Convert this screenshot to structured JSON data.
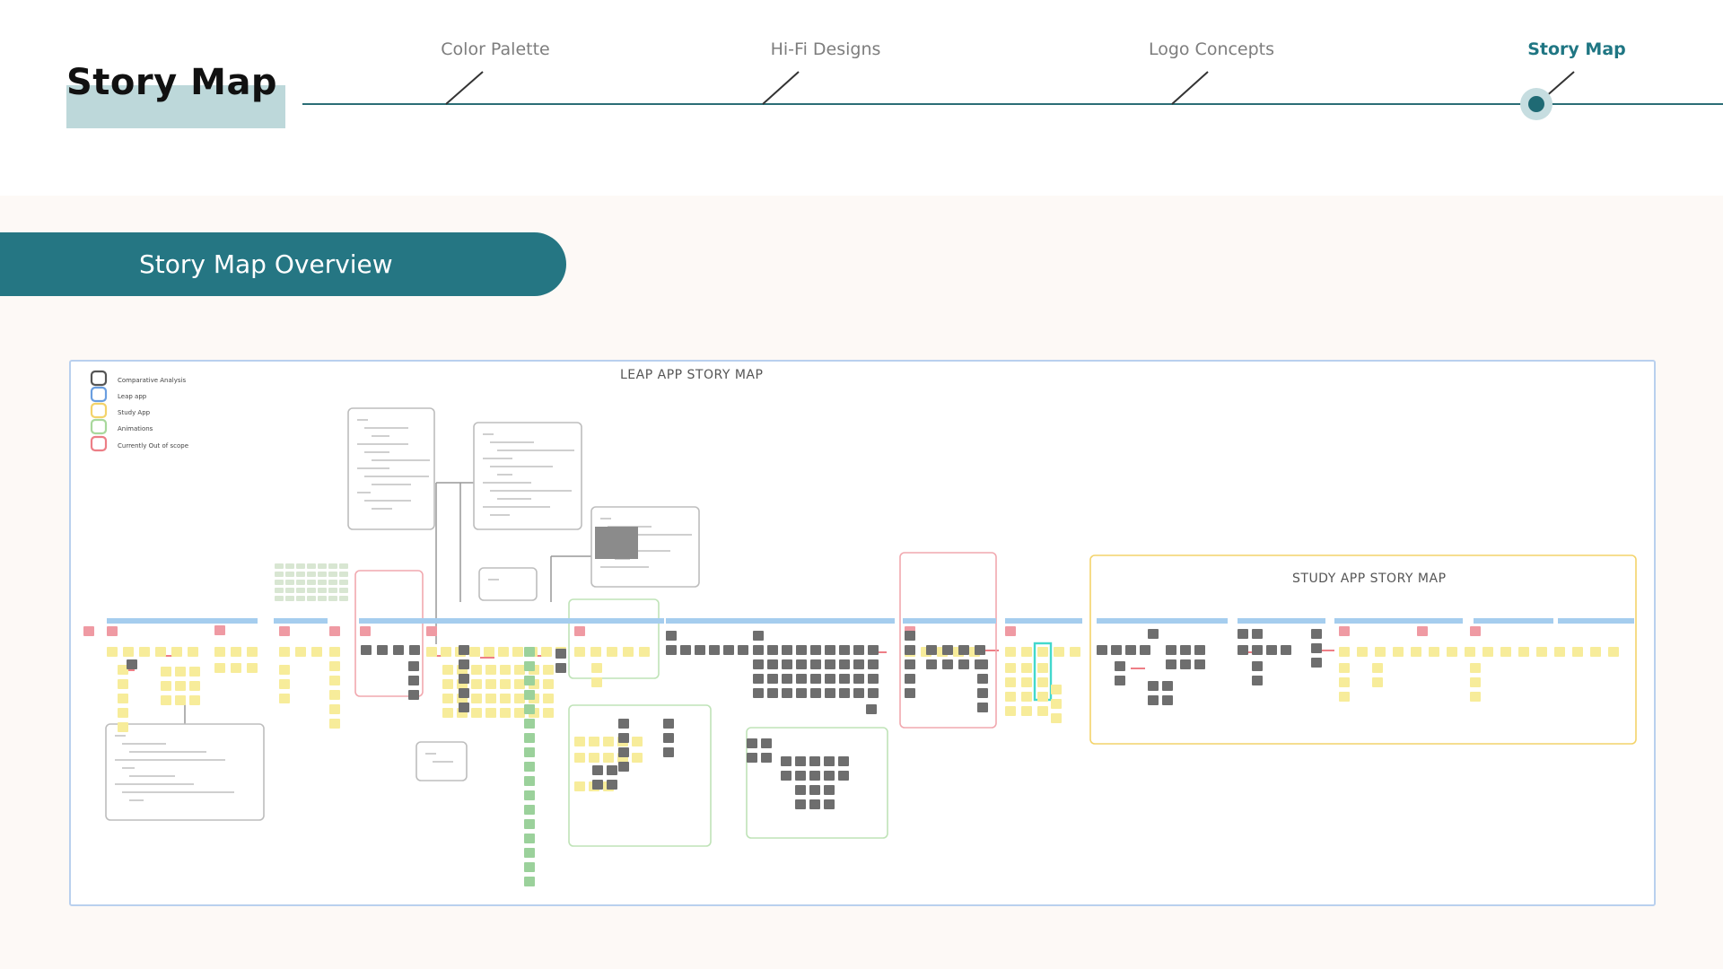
{
  "header": {
    "title": "Story Map",
    "timeline": {
      "items": [
        {
          "label": "Color Palette",
          "active": false
        },
        {
          "label": "Hi-Fi Designs",
          "active": false
        },
        {
          "label": "Logo Concepts",
          "active": false
        },
        {
          "label": "Story Map",
          "active": true
        }
      ]
    }
  },
  "section": {
    "title": "Story Map Overview"
  },
  "story_map": {
    "main_title": "LEAP APP STORY MAP",
    "sub_title": "STUDY APP STORY MAP",
    "legend": [
      {
        "label": "Comparative Analysis",
        "color": "#555555"
      },
      {
        "label": "Leap app",
        "color": "#6a9ee0"
      },
      {
        "label": "Study App",
        "color": "#f3d36a"
      },
      {
        "label": "Animations",
        "color": "#a8d89c"
      },
      {
        "label": "Currently Out of scope",
        "color": "#ec7e86"
      }
    ]
  },
  "colors": {
    "accent": "#257683",
    "highlight": "#bdd8da",
    "content_bg": "#fdf9f6",
    "canvas_border": "#b9d0ee",
    "sticky_yellow": "#f7ec9a",
    "sticky_grey": "#6e6e6e",
    "sticky_green": "#9bd19b",
    "sticky_pink": "#ef8f98",
    "header_blue": "#a5cdee"
  }
}
